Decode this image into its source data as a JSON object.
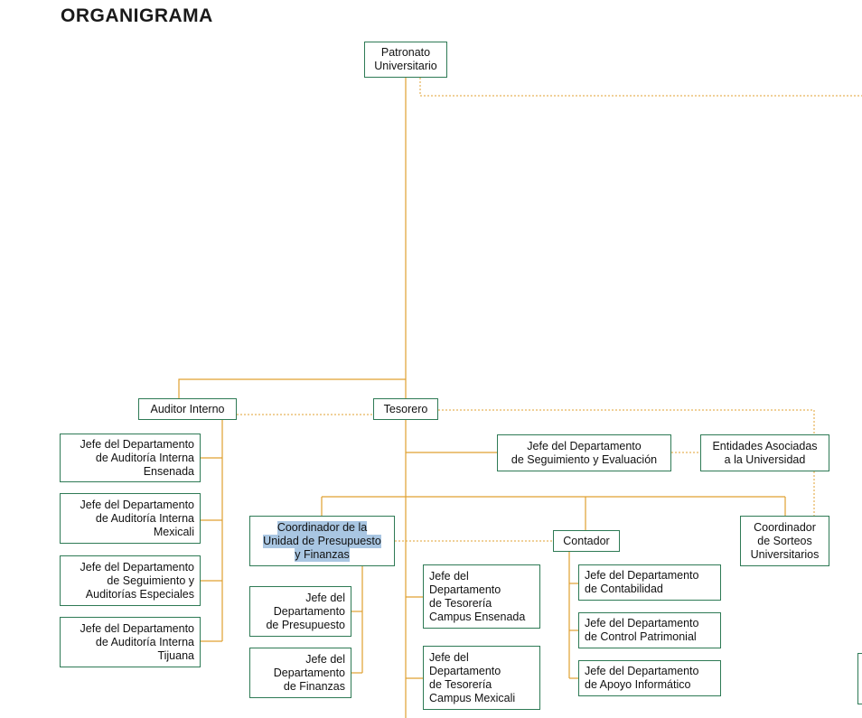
{
  "title": "ORGANIGRAMA",
  "colors": {
    "line": "#e0a030",
    "box_border": "#2e7a55",
    "highlight": "#a9c6e2"
  },
  "nodes": {
    "patronato": [
      "Patronato",
      "Universitario"
    ],
    "auditor": [
      "Auditor Interno"
    ],
    "tesorero": [
      "Tesorero"
    ],
    "aud_ensenada": [
      "Jefe del Departamento",
      "de Auditoría Interna",
      "Ensenada"
    ],
    "aud_mexicali": [
      "Jefe del Departamento",
      "de Auditoría Interna",
      "Mexicali"
    ],
    "aud_especiales": [
      "Jefe del Departamento",
      "de Seguimiento y",
      "Auditorías Especiales"
    ],
    "aud_tijuana": [
      "Jefe del Departamento",
      "de Auditoría Interna",
      "Tijuana"
    ],
    "seguimiento": [
      "Jefe del Departamento",
      "de Seguimiento y Evaluación"
    ],
    "entidades": [
      "Entidades Asociadas",
      "a la Universidad"
    ],
    "coord_presupuesto": [
      "Coordinador de la",
      "Unidad de Presupuesto",
      "y Finanzas"
    ],
    "contador": [
      "Contador"
    ],
    "sorteos": [
      "Coordinador",
      "de Sorteos",
      "Universitarios"
    ],
    "presupuesto": [
      "Jefe del",
      "Departamento",
      "de Presupuesto"
    ],
    "finanzas": [
      "Jefe del",
      "Departamento",
      "de Finanzas"
    ],
    "tes_ensenada": [
      "Jefe del",
      "Departamento",
      "de Tesorería",
      "Campus Ensenada"
    ],
    "tes_mexicali": [
      "Jefe del",
      "Departamento",
      "de Tesorería",
      "Campus Mexicali"
    ],
    "contabilidad": [
      "Jefe del Departamento",
      "de Contabilidad"
    ],
    "control": [
      "Jefe del Departamento",
      "de Control Patrimonial"
    ],
    "informatico": [
      "Jefe del Departamento",
      "de Apoyo Informático"
    ]
  }
}
